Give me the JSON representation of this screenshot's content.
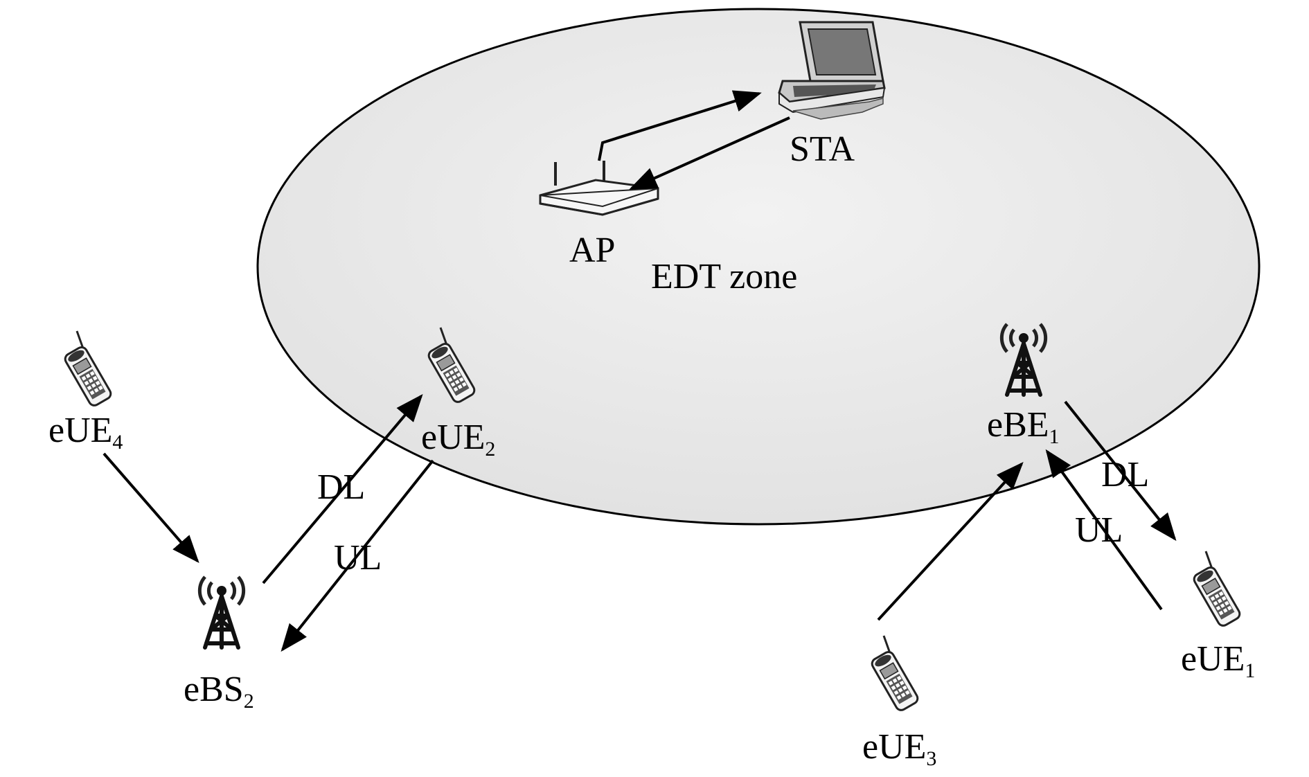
{
  "zone": {
    "label": "EDT zone"
  },
  "nodes": {
    "sta": {
      "label": "STA"
    },
    "ap": {
      "label": "AP"
    },
    "eue4": {
      "base": "eUE",
      "sub": "4"
    },
    "eue2": {
      "base": "eUE",
      "sub": "2"
    },
    "ebs2": {
      "base": "eBS",
      "sub": "2"
    },
    "ebe1": {
      "base": "eBE",
      "sub": "1"
    },
    "eue1": {
      "base": "eUE",
      "sub": "1"
    },
    "eue3": {
      "base": "eUE",
      "sub": "3"
    }
  },
  "links": {
    "left_dl": "DL",
    "left_ul": "UL",
    "right_dl": "DL",
    "right_ul": "UL"
  },
  "icons": {
    "laptop": "laptop-icon",
    "router": "router-icon",
    "phone": "cell-phone-icon",
    "tower": "cell-tower-icon"
  }
}
